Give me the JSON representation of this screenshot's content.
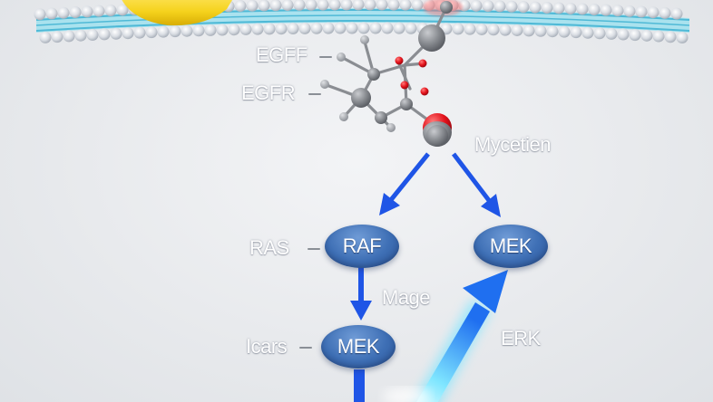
{
  "labels": {
    "egff": "EGFF",
    "egfr": "EGFR",
    "mycetien": "Mycetien",
    "ras": "RAS",
    "mage": "Mage",
    "kais": "Icars",
    "erk": "ERK"
  },
  "nodes": {
    "raf": "RAF",
    "mek_right": "MEK",
    "mek_bottom": "MEK"
  },
  "colors": {
    "arrow": "#1f55e6",
    "node": "#3e6fb5",
    "membrane": "#5fc3dd",
    "oxygen": "#e3121b",
    "carbon": "#8c8f94",
    "protein": "#f5d21c"
  }
}
